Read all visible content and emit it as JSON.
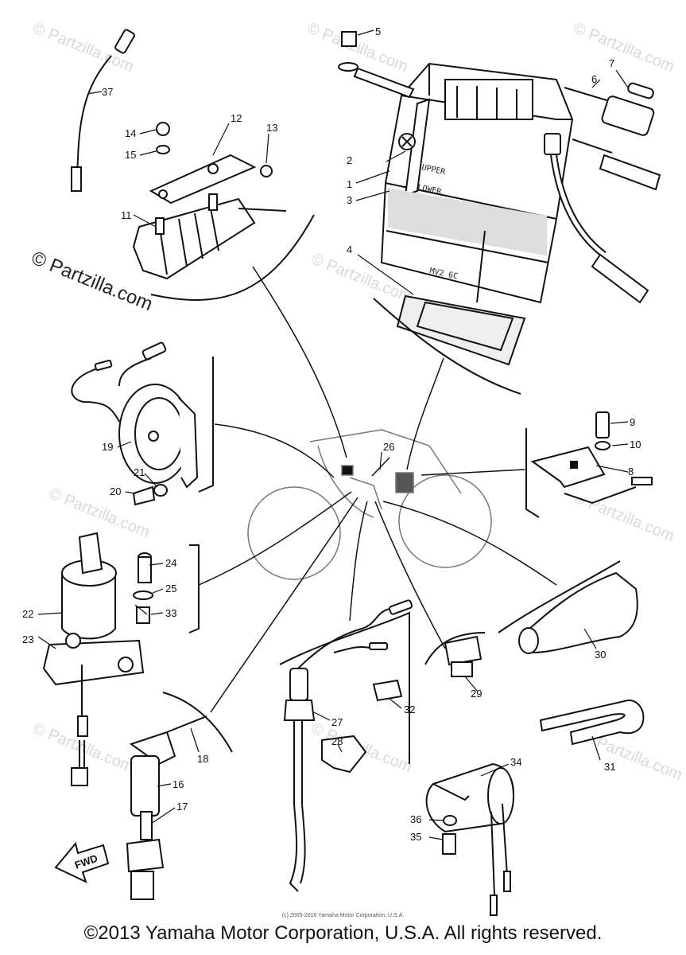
{
  "watermark": "© Partzilla.com",
  "small_credit": "(c) 2005-2016 Yamaha Motor Corporation, U.S.A.",
  "copyright": "©2013 Yamaha Motor Corporation, U.S.A. All rights reserved.",
  "battery_labels": {
    "upper": "UPPER",
    "lower": "LOWER",
    "model": "MV2 6C"
  },
  "fwd_label": "FWD",
  "callouts": [
    "1",
    "2",
    "3",
    "4",
    "5",
    "6",
    "7",
    "8",
    "9",
    "10",
    "11",
    "12",
    "13",
    "14",
    "15",
    "16",
    "17",
    "18",
    "19",
    "20",
    "21",
    "22",
    "23",
    "24",
    "25",
    "26",
    "27",
    "28",
    "29",
    "30",
    "31",
    "32",
    "33",
    "34",
    "35",
    "36",
    "37"
  ]
}
